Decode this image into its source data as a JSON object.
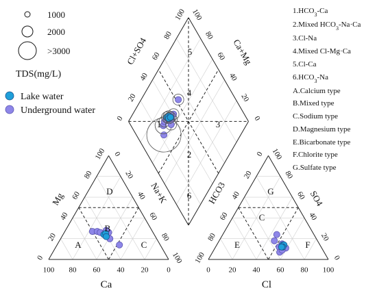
{
  "chart_data": {
    "type": "scatter",
    "subtype": "piper-trilinear",
    "size_legend": {
      "title": "TDS(mg/L)",
      "entries": [
        "1000",
        "2000",
        ">3000"
      ]
    },
    "legend": [
      {
        "name": "Lake water",
        "color": "#1f9fd9"
      },
      {
        "name": "Underground water",
        "color": "#8e86e8"
      }
    ],
    "key": [
      "1.HCO3-Ca",
      "2.Mixed HCO3-Na·Ca",
      "3.Cl-Na",
      "4.Mixed Cl-Mg·Ca",
      "5.Cl-Ca",
      "6.HCO3-Na",
      "A.Calcium type",
      "B.Mixed type",
      "C.Sodium type",
      "D.Magnesium type",
      "E.Bicarbonate type",
      "F.Chlorite type",
      "G.Sulfate type"
    ],
    "axes": {
      "cation": {
        "bottom": "Ca",
        "left": "Mg",
        "right": "Na+K"
      },
      "anion": {
        "bottom": "Cl",
        "left": "HCO3",
        "right": "SO4"
      },
      "diamond": {
        "upper_left": "Cl+SO4",
        "upper_right": "Ca+Mg"
      }
    },
    "ticks": [
      "0",
      "20",
      "40",
      "60",
      "80",
      "100"
    ],
    "cation_zones": [
      "A",
      "B",
      "C",
      "D"
    ],
    "anion_zones": [
      "C",
      "E",
      "F",
      "G"
    ],
    "diamond_zones": [
      "1",
      "2",
      "3",
      "4",
      "5",
      "6"
    ],
    "series": [
      {
        "name": "Lake water",
        "cation_pct": [
          {
            "ca": 41,
            "mg": 23,
            "nak": 36
          },
          {
            "ca": 42,
            "mg": 24,
            "nak": 34
          },
          {
            "ca": 40,
            "mg": 25,
            "nak": 35
          },
          {
            "ca": 41,
            "mg": 22,
            "nak": 37
          }
        ],
        "anion_pct": [
          {
            "cl": 55,
            "hco3": 31,
            "so4": 14
          },
          {
            "cl": 56,
            "hco3": 30,
            "so4": 14
          },
          {
            "cl": 56,
            "hco3": 32,
            "so4": 12
          },
          {
            "cl": 55,
            "hco3": 33,
            "so4": 12
          }
        ],
        "tds": [
          1000,
          1000,
          1000,
          1000
        ]
      },
      {
        "name": "Underground water",
        "cation_pct": [
          {
            "ca": 50,
            "mg": 27,
            "nak": 23
          },
          {
            "ca": 46,
            "mg": 27,
            "nak": 27
          },
          {
            "ca": 44,
            "mg": 26,
            "nak": 30
          },
          {
            "ca": 37,
            "mg": 26,
            "nak": 37
          },
          {
            "ca": 38,
            "mg": 28,
            "nak": 34
          },
          {
            "ca": 34,
            "mg": 14,
            "nak": 52
          },
          {
            "ca": 39,
            "mg": 20,
            "nak": 41
          }
        ],
        "anion_pct": [
          {
            "cl": 46,
            "hco3": 36,
            "so4": 18
          },
          {
            "cl": 54,
            "hco3": 31,
            "so4": 15
          },
          {
            "cl": 59,
            "hco3": 30,
            "so4": 11
          },
          {
            "cl": 53,
            "hco3": 35,
            "so4": 12
          },
          {
            "cl": 56,
            "hco3": 37,
            "so4": 7
          },
          {
            "cl": 45,
            "hco3": 31,
            "so4": 24
          },
          {
            "cl": 57,
            "hco3": 34,
            "so4": 9
          }
        ],
        "tds": [
          3000,
          2000,
          1000,
          1000,
          1000,
          1000,
          1000
        ]
      }
    ]
  }
}
